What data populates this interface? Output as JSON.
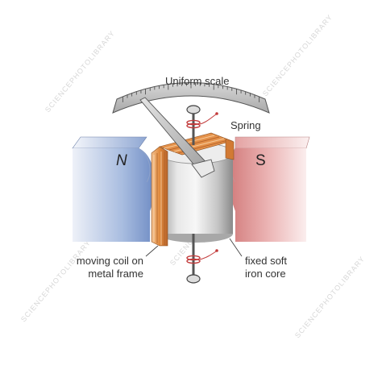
{
  "labels": {
    "scale": "Uniform scale",
    "spring": "Spring",
    "north": "N",
    "south": "S",
    "coil_line1": "moving coil on",
    "coil_line2": "metal frame",
    "core_line1": "fixed soft",
    "core_line2": "iron core"
  },
  "watermark": {
    "text": "SCIENCEPHOTOLIBRARY"
  },
  "colors": {
    "north_pole": "#7f9ccf",
    "south_pole": "#d98a8a",
    "coil": "#e08a3e",
    "spring": "#c23a3a",
    "core": "#cfcfcf"
  }
}
